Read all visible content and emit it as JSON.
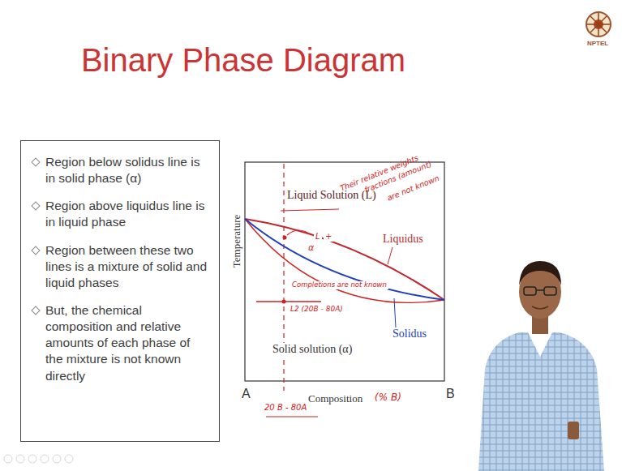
{
  "diagram": {
    "title": "Binary Phase Diagram",
    "nodes": [
      {
        "text": [
          "Region below solidus line is in solid phase (α)",
          "Region above liquidus line is in liquid phase",
          "Region between these two lines is a mixture of solid and liquid phases",
          "But, the chemical composition and relative amounts of each phase of the mixture is not known directly"
        ]
      }
    ],
    "labels": [
      "NPTEL",
      "Liquid Solution (L)",
      "Their relative weights",
      "fractions (amount)",
      "are not known",
      "Liquidus",
      "L",
      "+",
      "α",
      "Completions are not known",
      "L2 (20B - 80A)",
      "Solidus",
      "Temperature",
      "Solid solution (α)",
      "A",
      "20 B - 80A",
      "Composition",
      "(% B)",
      "B"
    ]
  }
}
